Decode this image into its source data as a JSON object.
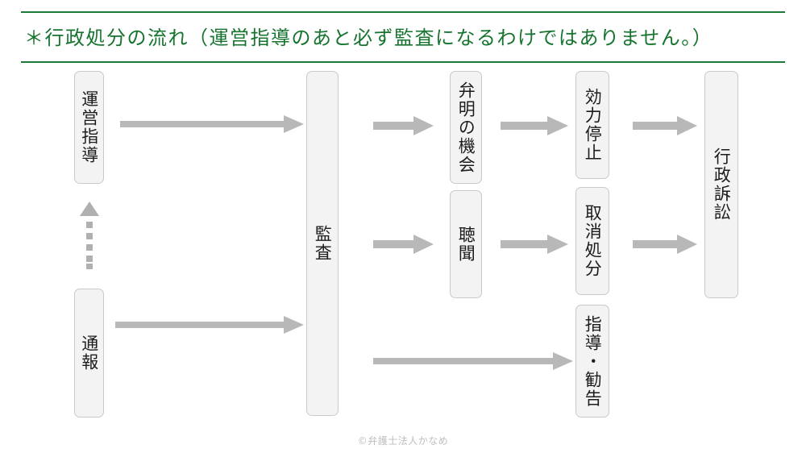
{
  "header": {
    "title": "＊行政処分の流れ（運営指導のあと必ず監査になるわけではありません。）",
    "rule_color": "#1b7a36",
    "text_color": "#16742f"
  },
  "theme": {
    "box_fill": "#f3f3f3",
    "box_border": "#c9c9c9",
    "box_text": "#1c1c1c",
    "arrow_color": "#b8b8b8",
    "background": "#ffffff",
    "footer_text_color": "#bdbdbd"
  },
  "nodes": [
    {
      "id": "unei-shidou",
      "label": "運営指導",
      "column": 1
    },
    {
      "id": "tsuhou",
      "label": "通報",
      "column": 1
    },
    {
      "id": "kansa",
      "label": "監査",
      "column": 2
    },
    {
      "id": "benmei",
      "label": "弁明の機会",
      "column": 3
    },
    {
      "id": "choumon",
      "label": "聴聞",
      "column": 3
    },
    {
      "id": "kouryoku",
      "label": "効力停止",
      "column": 4
    },
    {
      "id": "torikeshi",
      "label": "取消処分",
      "column": 4
    },
    {
      "id": "shidou-kankoku",
      "label": "指導・勧告",
      "column": 4
    },
    {
      "id": "gyousei-soshou",
      "label": "行政訴訟",
      "column": 5
    }
  ],
  "edges": [
    {
      "id": "e1",
      "from": "unei-shidou",
      "to": "kansa",
      "style": "solid",
      "direction": "right"
    },
    {
      "id": "e2",
      "from": "tsuhou",
      "to": "unei-shidou",
      "style": "dotted",
      "direction": "up"
    },
    {
      "id": "e3",
      "from": "tsuhou",
      "to": "kansa",
      "style": "solid",
      "direction": "right"
    },
    {
      "id": "e4",
      "from": "kansa",
      "to": "benmei",
      "style": "solid",
      "direction": "right"
    },
    {
      "id": "e5",
      "from": "kansa",
      "to": "choumon",
      "style": "solid",
      "direction": "right"
    },
    {
      "id": "e6",
      "from": "kansa",
      "to": "shidou-kankoku",
      "style": "solid",
      "direction": "right"
    },
    {
      "id": "e7",
      "from": "benmei",
      "to": "kouryoku",
      "style": "solid",
      "direction": "right"
    },
    {
      "id": "e8",
      "from": "choumon",
      "to": "torikeshi",
      "style": "solid",
      "direction": "right"
    },
    {
      "id": "e9",
      "from": "kouryoku",
      "to": "gyousei-soshou",
      "style": "solid",
      "direction": "right"
    },
    {
      "id": "e10",
      "from": "torikeshi",
      "to": "gyousei-soshou",
      "style": "solid",
      "direction": "right"
    }
  ],
  "footer": {
    "credit": "©弁護士法人かなめ"
  }
}
